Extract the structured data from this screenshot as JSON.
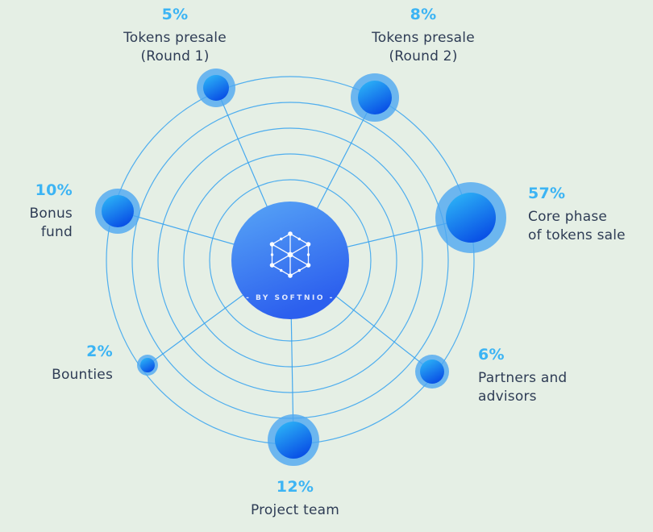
{
  "palette": {
    "background": "#e5efe5",
    "percent_color": "#3cb4f4",
    "label_color": "#2e3c55",
    "line_color": "#35a2f0",
    "halo_color": "#4da8f1",
    "node_gradient_start": "#2fbcf8",
    "node_gradient_end": "#0a52e6",
    "center_gradient_start": "#58a6f6",
    "center_gradient_end": "#2c5fee",
    "logo_color": "#ffffff"
  },
  "center": {
    "logo_icon": "hexagon-network-icon",
    "byline": "- BY SOFTNIO -"
  },
  "nodes": [
    {
      "pct": "5%",
      "label_lines": [
        "Tokens presale",
        "(Round 1)"
      ]
    },
    {
      "pct": "8%",
      "label_lines": [
        "Tokens presale",
        "(Round 2)"
      ]
    },
    {
      "pct": "57%",
      "label_lines": [
        "Core phase",
        "of tokens sale"
      ]
    },
    {
      "pct": "6%",
      "label_lines": [
        "Partners and",
        "advisors"
      ]
    },
    {
      "pct": "12%",
      "label_lines": [
        "Project team"
      ]
    },
    {
      "pct": "2%",
      "label_lines": [
        "Bounties"
      ]
    },
    {
      "pct": "10%",
      "label_lines": [
        "Bonus",
        "fund"
      ]
    }
  ],
  "chart_data": {
    "type": "pie",
    "categories": [
      "Tokens presale (Round 1)",
      "Tokens presale (Round 2)",
      "Core phase of tokens sale",
      "Partners and advisors",
      "Project team",
      "Bounties",
      "Bonus fund"
    ],
    "values": [
      5,
      8,
      57,
      6,
      12,
      2,
      10
    ]
  }
}
